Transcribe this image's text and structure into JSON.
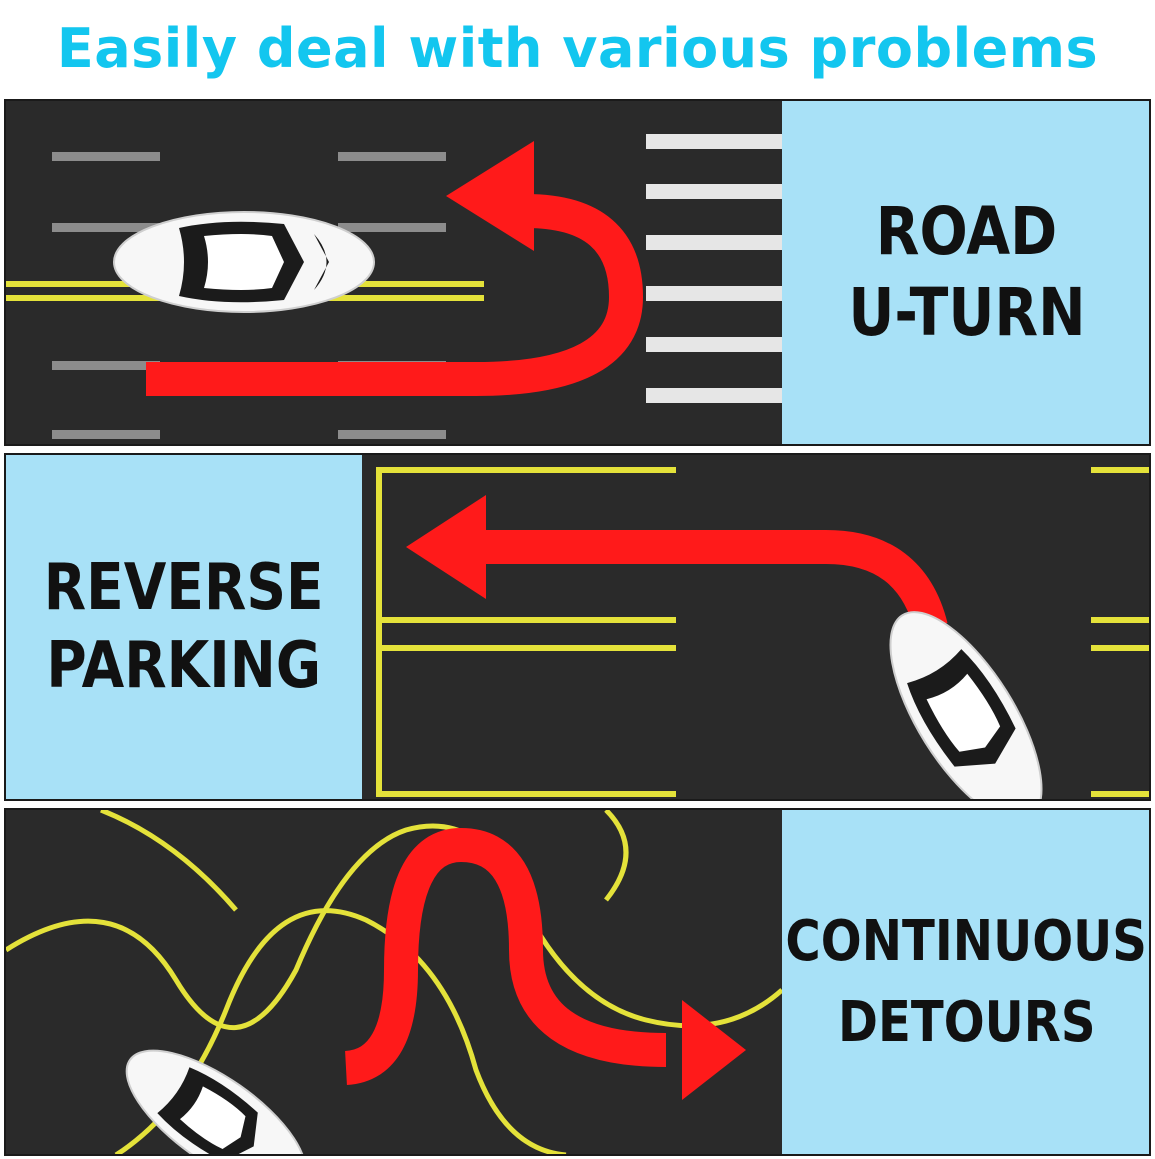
{
  "headline": "Easily deal with various problems",
  "colors": {
    "headline": "#13c6ef",
    "label_background": "#a8e1f7",
    "label_text": "#111111",
    "asphalt": "#2a2a2a",
    "arrow": "#ff1a1a",
    "lane_line": "#e4e23a",
    "white_marking": "#e6e6e6"
  },
  "panels": [
    {
      "label_line1": "ROAD",
      "label_line2": "U-TURN",
      "scene": "u-turn",
      "icons": [
        "car-icon",
        "u-turn-arrow-icon",
        "crosswalk-icon"
      ]
    },
    {
      "label_line1": "REVERSE",
      "label_line2": "PARKING",
      "scene": "reverse-parking",
      "icons": [
        "car-icon",
        "reverse-arrow-icon",
        "parking-space-icon"
      ]
    },
    {
      "label_line1": "CONTINUOUS",
      "label_line2": "DETOURS",
      "scene": "continuous-detours",
      "icons": [
        "car-icon",
        "winding-arrow-icon",
        "winding-road-icon"
      ]
    }
  ]
}
